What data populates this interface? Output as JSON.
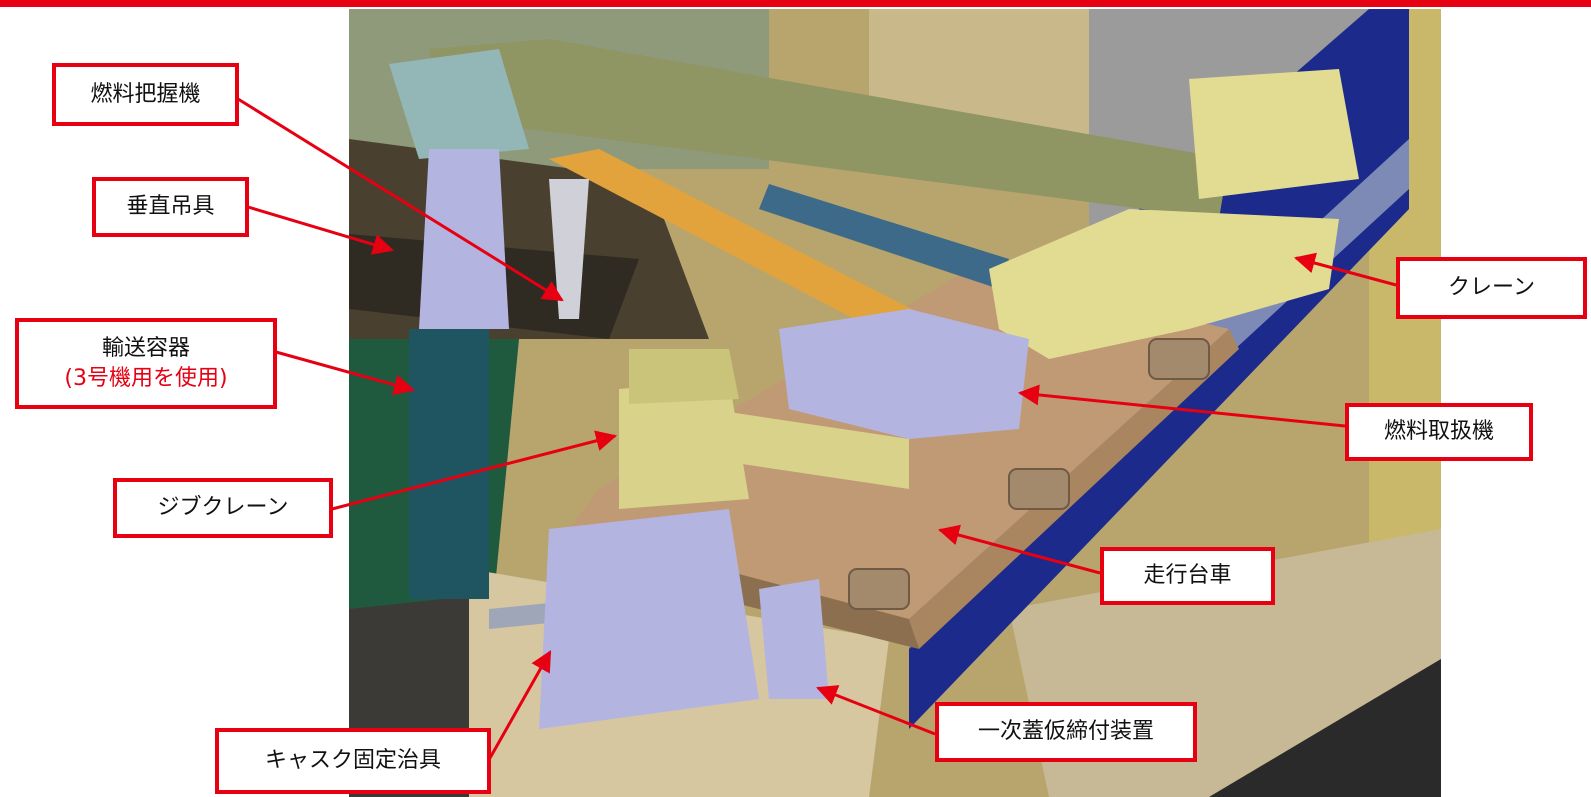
{
  "colors": {
    "accent_red": "#e60012",
    "rail_blue": "#1c2a8c",
    "trolley_brown": "#c09a74",
    "crane_khaki": "#e2dc93",
    "machine_lavender": "#b4b4e0",
    "cask_teal": "#1f5561",
    "floor_green": "#1f5a3e"
  },
  "labels": {
    "fuel_gripper": "燃料把握機",
    "vertical_lifter": "垂直吊具",
    "transport_container": "輸送容器",
    "transport_container_note": "(3号機用を使用)",
    "jib_crane": "ジブクレーン",
    "cask_fixing_jig": "キャスク固定治具",
    "crane": "クレーン",
    "fuel_handling_machine": "燃料取扱機",
    "traveling_trolley": "走行台車",
    "primary_lid_fastener": "一次蓋仮締付装置"
  }
}
